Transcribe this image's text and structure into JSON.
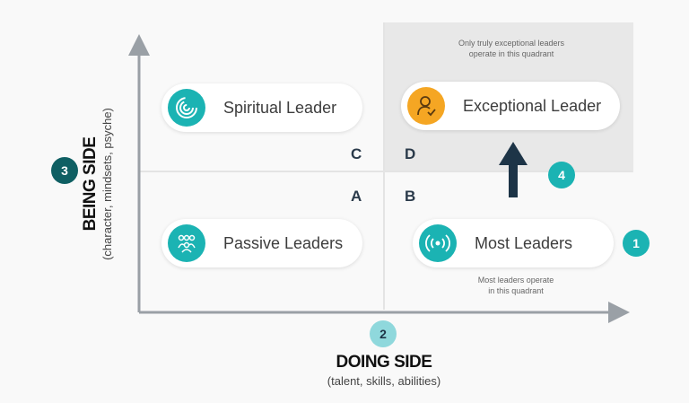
{
  "quadrants": {
    "spiritual": {
      "label": "Spiritual Leader",
      "icon": "spiral-icon"
    },
    "exceptional": {
      "label": "Exceptional Leader",
      "icon": "person-check-icon"
    },
    "passive": {
      "label": "Passive Leaders",
      "icon": "group-icon"
    },
    "most": {
      "label": "Most Leaders",
      "icon": "broadcast-icon"
    }
  },
  "letters": {
    "c": "C",
    "d": "D",
    "a": "A",
    "b": "B"
  },
  "notes": {
    "exceptional_line1": "Only truly exceptional leaders",
    "exceptional_line2": "operate in this quadrant",
    "most_line1": "Most leaders operate",
    "most_line2": "in this quadrant"
  },
  "badges": {
    "one": "1",
    "two": "2",
    "three": "3",
    "four": "4"
  },
  "x_axis": {
    "title": "DOING SIDE",
    "subtitle": "(talent, skills, abilities)"
  },
  "y_axis": {
    "title": "BEING SIDE",
    "subtitle": "(character, mindsets, psyche)"
  },
  "colors": {
    "teal": "#1bb3b3",
    "orange": "#f5a623",
    "dark_teal": "#0f5f63",
    "light_teal": "#8fd8dc",
    "arrow": "#1d3447"
  }
}
